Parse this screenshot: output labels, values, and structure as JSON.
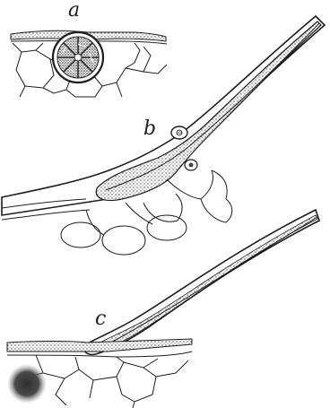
{
  "figure": {
    "panels": [
      {
        "id": "a",
        "label": "a"
      },
      {
        "id": "b",
        "label": "b"
      },
      {
        "id": "c",
        "label": "c"
      }
    ],
    "colors": {
      "ink": "#1e1e1e",
      "stipple": "#555555",
      "background": "#ffffff",
      "smudge": "#3a3a3a"
    }
  }
}
